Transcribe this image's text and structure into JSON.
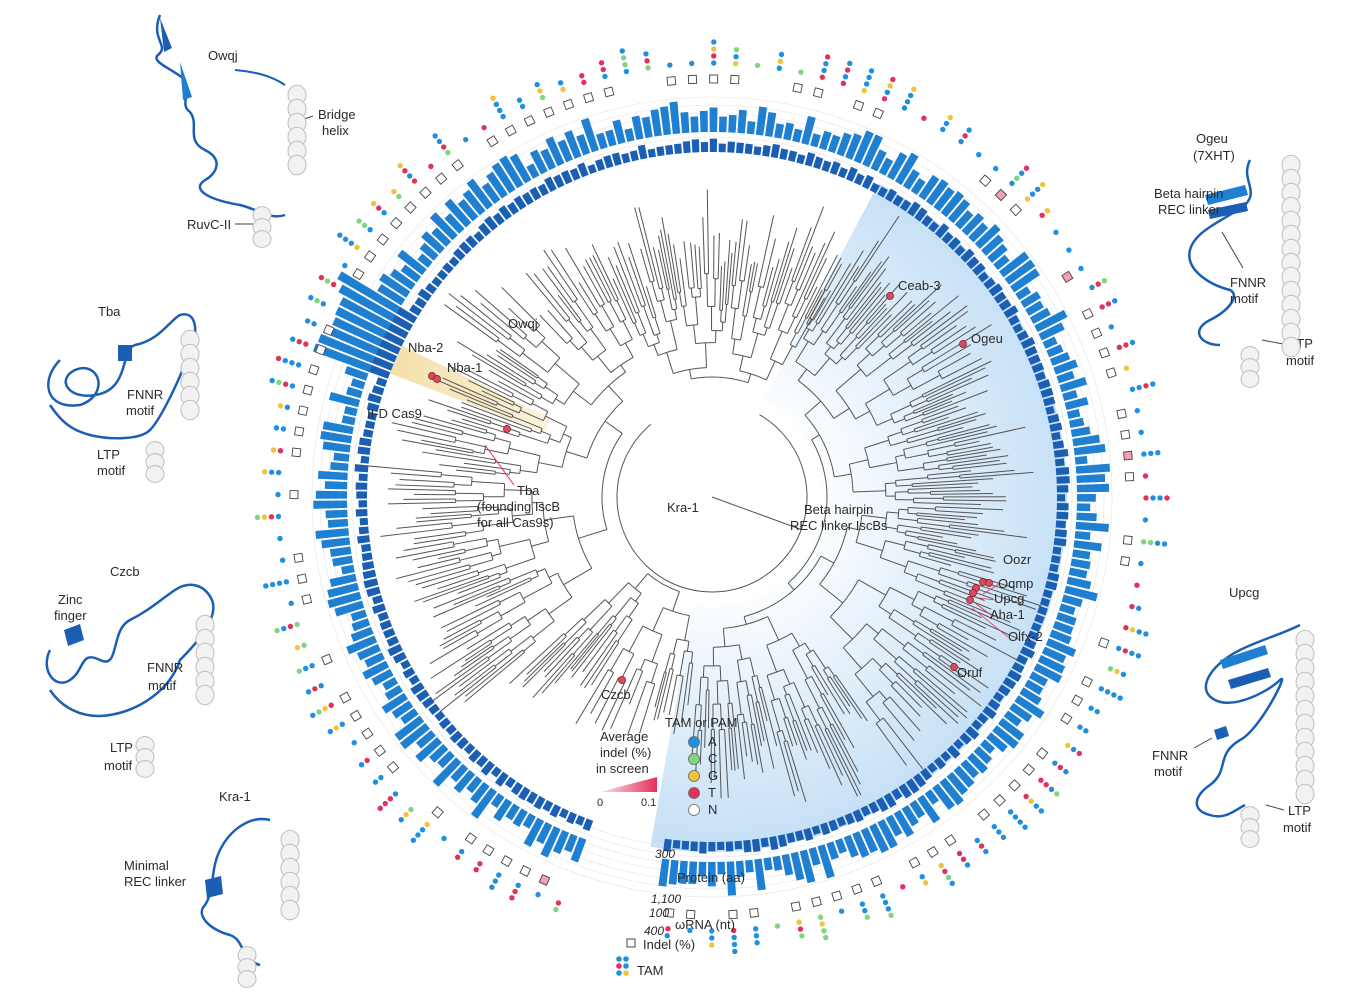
{
  "colors": {
    "bar": "#1f7fd0",
    "bar_dark": "#1565b0",
    "protein": "#1a5fb4",
    "tree_line": "#555555",
    "highlight_blue": "#cfe6f8",
    "highlight_yellow": "#f6e6b8",
    "node_red": "#d94a5c",
    "A": "#1f8fe0",
    "C": "#7fd67f",
    "G": "#f2c23a",
    "T": "#e2315b",
    "N": "#ffffff"
  },
  "structures": [
    {
      "name": "Owqj",
      "label1": "Bridge",
      "label2": "helix",
      "label3": "RuvC-II"
    },
    {
      "name": "Tba",
      "label1": "FNNR",
      "label2": "motif",
      "label3": "LTP",
      "label4": "motif"
    },
    {
      "name": "Czcb",
      "label1": "Zinc",
      "label2": "finger",
      "label3": "FNNR",
      "label4": "motif",
      "label5": "LTP",
      "label6": "motif"
    },
    {
      "name": "Kra-1",
      "label1": "Minimal",
      "label2": "REC linker"
    },
    {
      "name": "Ogeu",
      "sub": "(7XHT)",
      "label1": "Beta hairpin",
      "label2": "REC linker",
      "label3": "FNNR",
      "label4": "motif",
      "label5": "LTP",
      "label6": "motif"
    },
    {
      "name": "Upcg",
      "label1": "FNNR",
      "label2": "motif",
      "label3": "LTP",
      "label4": "motif"
    }
  ],
  "tree_labels": {
    "nba2": "Nba-2",
    "nba1": "Nba-1",
    "owqj": "Owqj",
    "iid": "II-D Cas9",
    "tba1": "Tba",
    "tba2": "(founding IscB",
    "tba3": "for all Cas9s)",
    "kra": "Kra-1",
    "czcb": "Czcb",
    "ceab": "Ceab-3",
    "ogeu": "Ogeu",
    "clade1": "Beta hairpin",
    "clade2": "REC linker IscBs",
    "oozr": "Oozr",
    "oqmp": "Oqmp",
    "upcg": "Upcg",
    "aha": "Aha-1",
    "olfx": "Olfx-2",
    "oruf": "Oruf"
  },
  "legend": {
    "indel_title1": "Average",
    "indel_title2": "indel (%)",
    "indel_title3": "in screen",
    "indel_min": "0",
    "indel_max": "0.1",
    "tam_title": "TAM or PAM",
    "bases": [
      "A",
      "C",
      "G",
      "T",
      "N"
    ]
  },
  "rings": {
    "protein_tick": "300",
    "protein": "Protein (aa)",
    "wrna_tick_hi": "1,100",
    "wrna_tick_lo": "100",
    "wrna": "ωRNA (nt)",
    "indel_tick": "400",
    "indel": "Indel (%)",
    "tam": "TAM"
  }
}
